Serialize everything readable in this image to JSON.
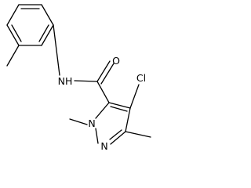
{
  "molecule": {
    "atoms": {
      "oxygen": "O",
      "amide_nitrogen": "NH",
      "chlorine": "Cl",
      "ring_nitrogen_1": "N",
      "ring_nitrogen_2": "N"
    },
    "colors": {
      "bond": "#000000",
      "label": "#000000",
      "background": "#ffffff"
    }
  }
}
